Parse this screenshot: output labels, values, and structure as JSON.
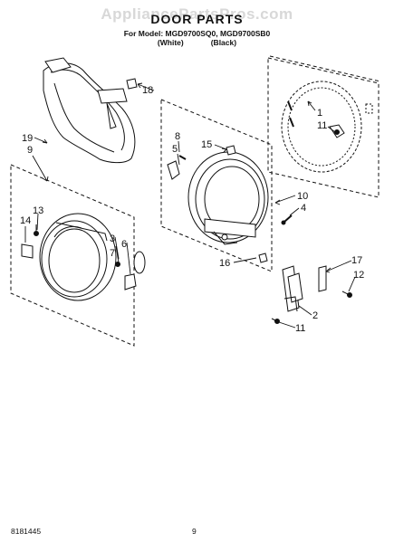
{
  "watermark": "AppliancePartsPros.com",
  "title": "DOOR PARTS",
  "model_line": "For Model: MGD9700SQ0, MGD9700SB0",
  "variants": [
    "(White)",
    "(Black)"
  ],
  "callouts": [
    "18",
    "19",
    "9",
    "8",
    "5",
    "15",
    "1",
    "11",
    "13",
    "14",
    "3",
    "7",
    "6",
    "10",
    "4",
    "16",
    "17",
    "12",
    "2",
    "11"
  ],
  "footer": {
    "doc_id": "8181445",
    "page_number": "9"
  }
}
